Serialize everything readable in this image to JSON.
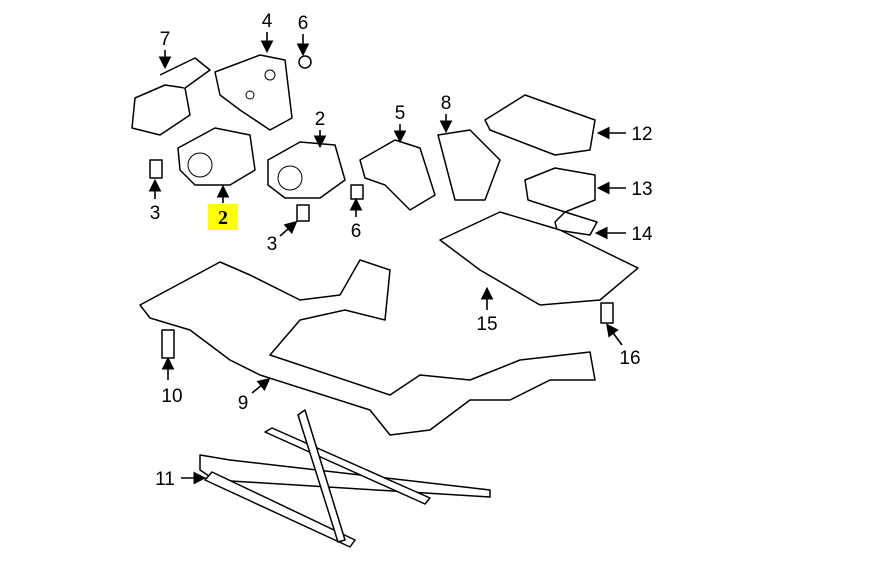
{
  "diagram": {
    "highlight_color": "#ffff00",
    "highlighted_callout": "2",
    "callouts": {
      "c7": "7",
      "c4": "4",
      "c6a": "6",
      "c2a": "2",
      "c5": "5",
      "c8": "8",
      "c12": "12",
      "c13": "13",
      "c14": "14",
      "c15": "15",
      "c16": "16",
      "c3a": "3",
      "c2b": "2",
      "c3b": "3",
      "c6b": "6",
      "c10": "10",
      "c9": "9",
      "c11": "11"
    }
  }
}
